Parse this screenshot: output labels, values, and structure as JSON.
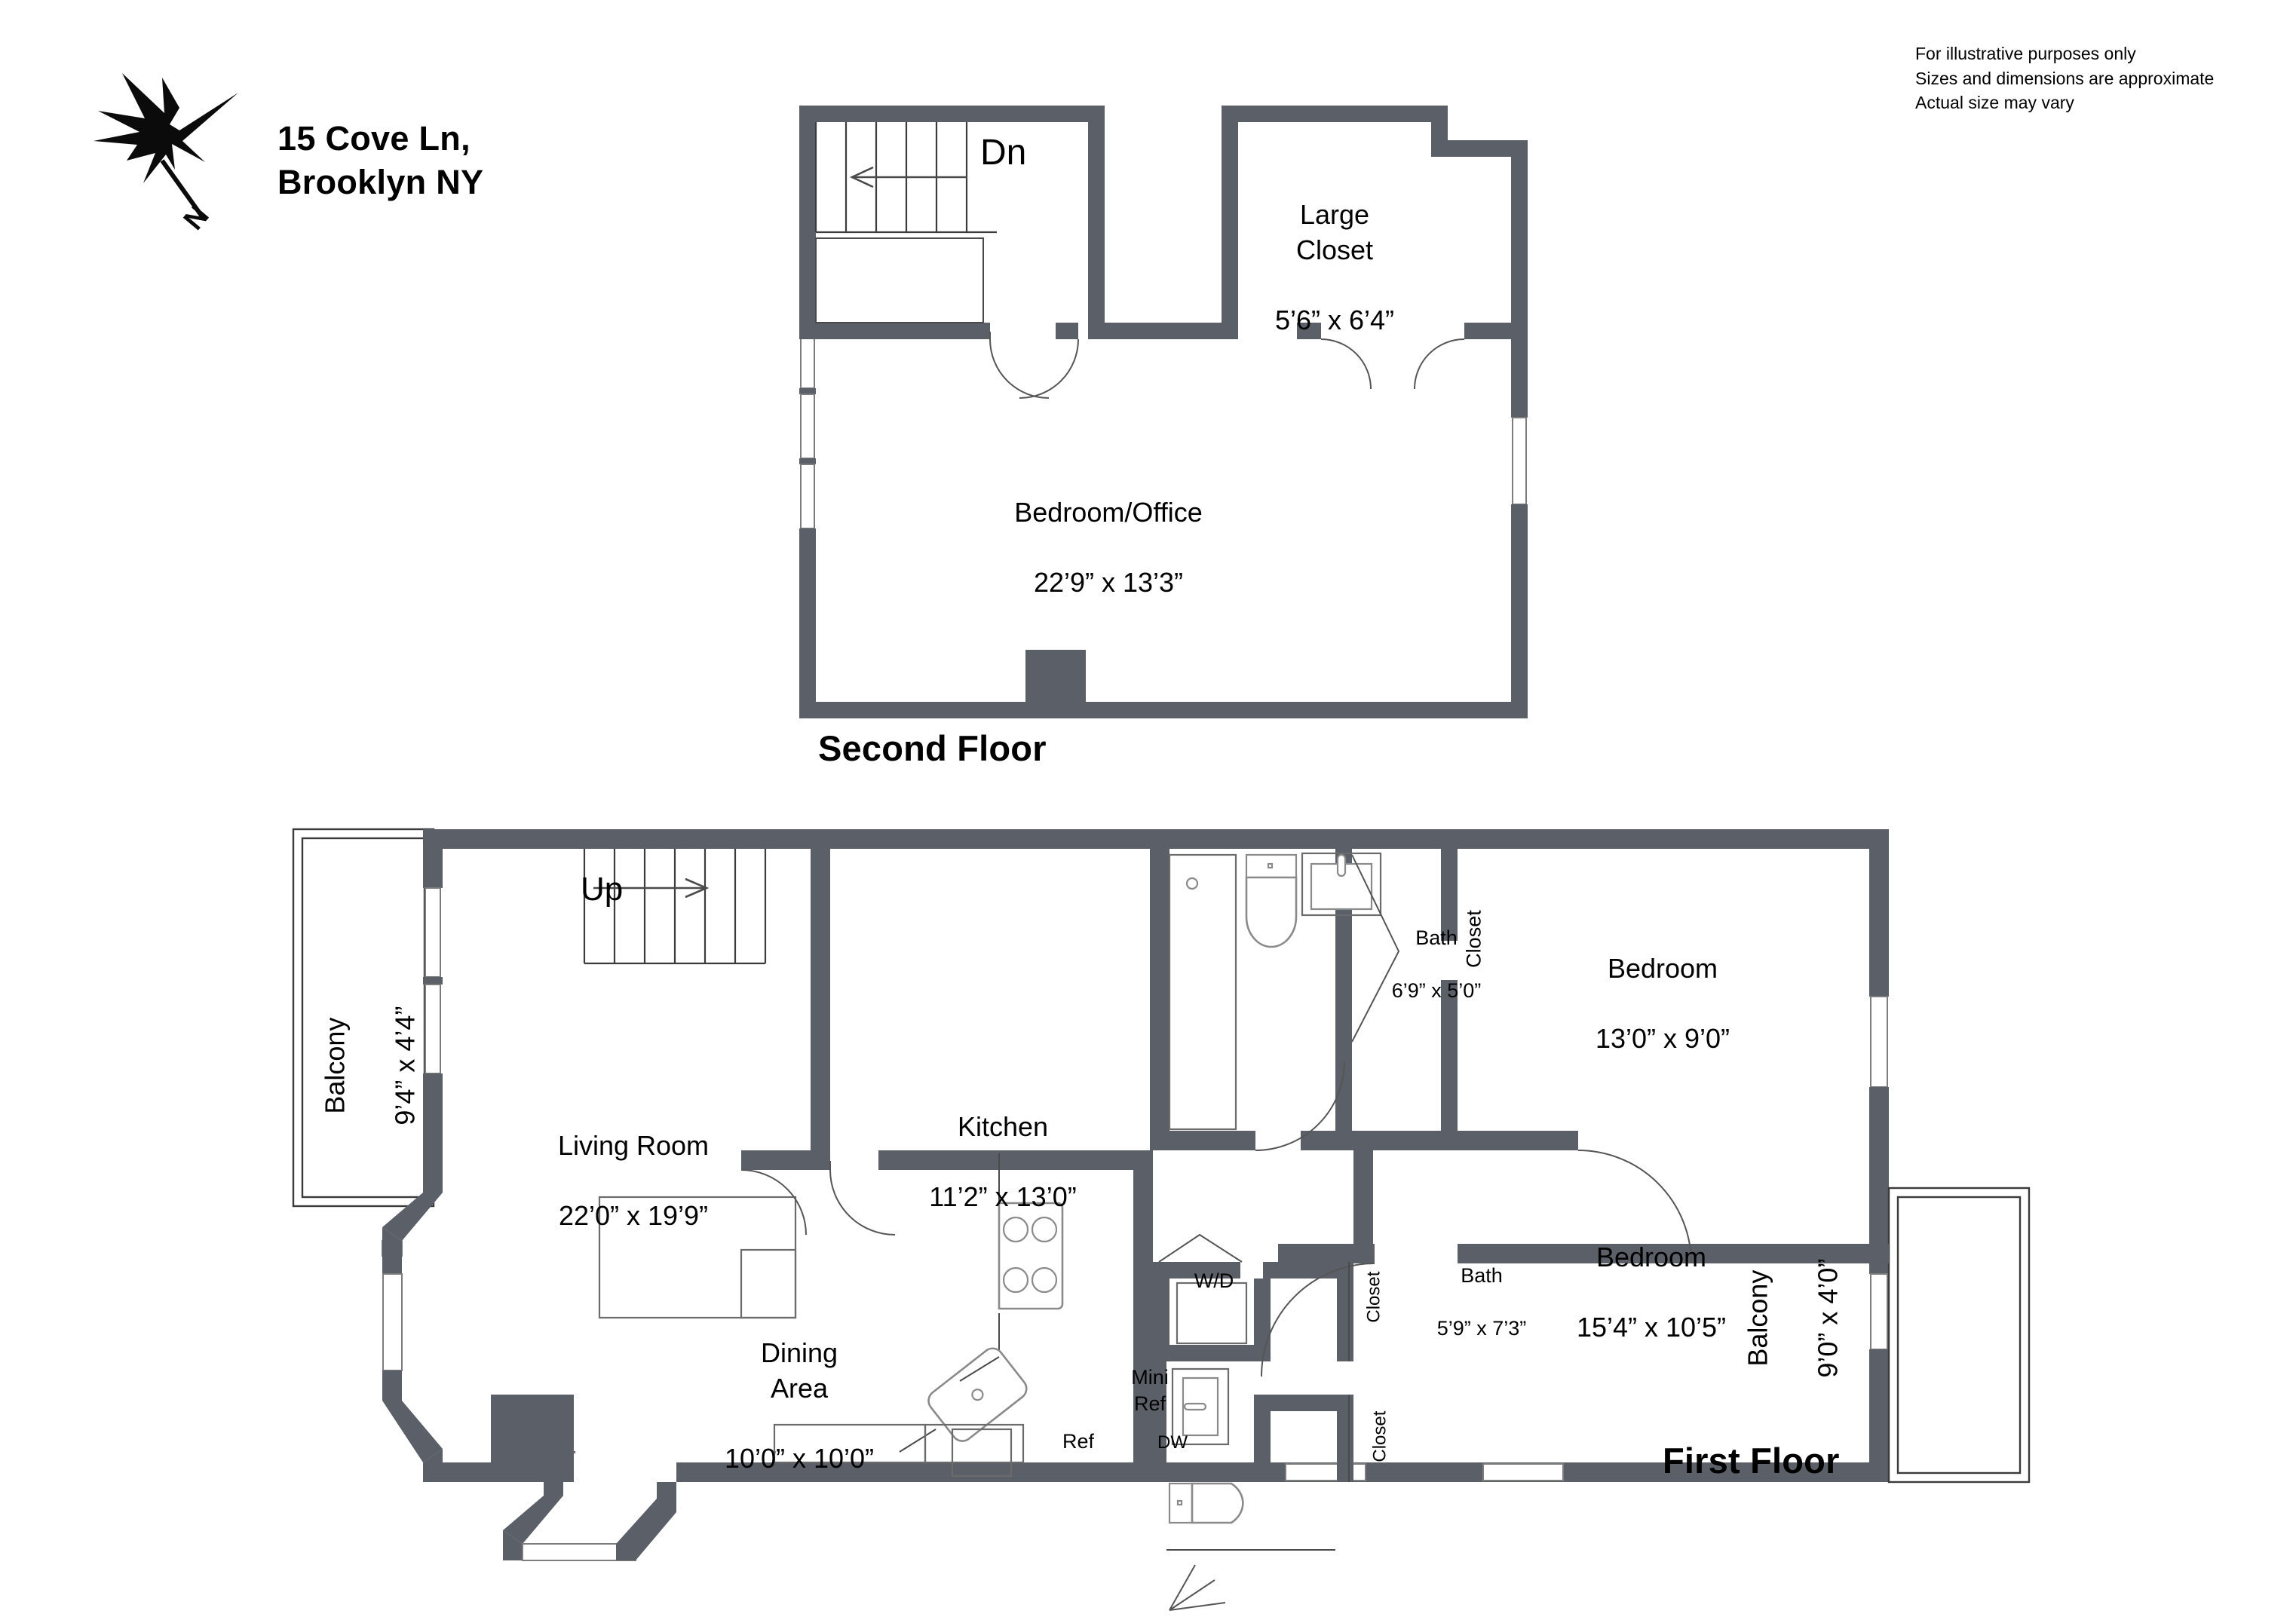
{
  "header": {
    "address": "15 Cove Ln,\nBrooklyn NY",
    "compass_label": "N",
    "disclaimer": "For illustrative purposes only\nSizes and dimensions are approximate\nActual size may vary"
  },
  "colors": {
    "wall": "#5b6068",
    "background": "#ffffff",
    "text": "#000000"
  },
  "floors": [
    {
      "id": "second",
      "title": "Second Floor",
      "rooms": [
        {
          "name": "Bedroom/Office",
          "dimensions": "22’9” x 13’3”"
        },
        {
          "name": "Large\nCloset",
          "dimensions": "5’6” x 6’4”"
        }
      ],
      "annotations": [
        {
          "name": "stair-direction",
          "label": "Dn"
        }
      ]
    },
    {
      "id": "first",
      "title": "First Floor",
      "rooms": [
        {
          "name": "Balcony",
          "dimensions": "9’4” x 4’4”"
        },
        {
          "name": "Living Room",
          "dimensions": "22’0” x 19’9”"
        },
        {
          "name": "Dining\nArea",
          "dimensions": "10’0” x 10’0”"
        },
        {
          "name": "Kitchen",
          "dimensions": "11’2” x 13’0”"
        },
        {
          "name": "Bath",
          "dimensions": "6’9” x 5’0”"
        },
        {
          "name": "Bath",
          "dimensions": "5’9” x 7’3”"
        },
        {
          "name": "Bedroom",
          "dimensions": "13’0” x 9’0”"
        },
        {
          "name": "Bedroom",
          "dimensions": "15’4” x 10’5”"
        },
        {
          "name": "Balcony",
          "dimensions": "9’0” x 4’0”"
        }
      ],
      "closets": [
        "Closet",
        "Closet",
        "Closet"
      ],
      "appliances": [
        {
          "label": "W/D"
        },
        {
          "label": "Mini\nRef"
        },
        {
          "label": "Ref"
        },
        {
          "label": "DW"
        }
      ],
      "annotations": [
        {
          "name": "stair-direction",
          "label": "Up"
        }
      ]
    }
  ],
  "labels": {
    "second_floor_title": "Second Floor",
    "first_floor_title": "First Floor",
    "dn": "Dn",
    "up": "Up",
    "bedroom_office_name": "Bedroom/Office",
    "bedroom_office_dims": "22’9” x 13’3”",
    "large_closet_name": "Large\nCloset",
    "large_closet_dims": "5’6” x 6’4”",
    "balcony_nw_name": "Balcony",
    "balcony_nw_dims": "9’4” x 4’4”",
    "living_room_name": "Living Room",
    "living_room_dims": "22’0” x 19’9”",
    "dining_name": "Dining\nArea",
    "dining_dims": "10’0” x 10’0”",
    "kitchen_name": "Kitchen",
    "kitchen_dims": "11’2” x 13’0”",
    "bath_upper_name": "Bath",
    "bath_upper_dims": "6’9” x 5’0”",
    "bath_lower_name": "Bath",
    "bath_lower_dims": "5’9” x 7’3”",
    "bedroom_ne_name": "Bedroom",
    "bedroom_ne_dims": "13’0” x 9’0”",
    "bedroom_se_name": "Bedroom",
    "bedroom_se_dims": "15’4” x 10’5”",
    "balcony_e_name": "Balcony",
    "balcony_e_dims": "9’0” x 4’0”",
    "closet_ne": "Closet",
    "closet_mid": "Closet",
    "closet_low": "Closet",
    "wd": "W/D",
    "mini_ref": "Mini\nRef",
    "ref": "Ref",
    "dw": "DW"
  }
}
